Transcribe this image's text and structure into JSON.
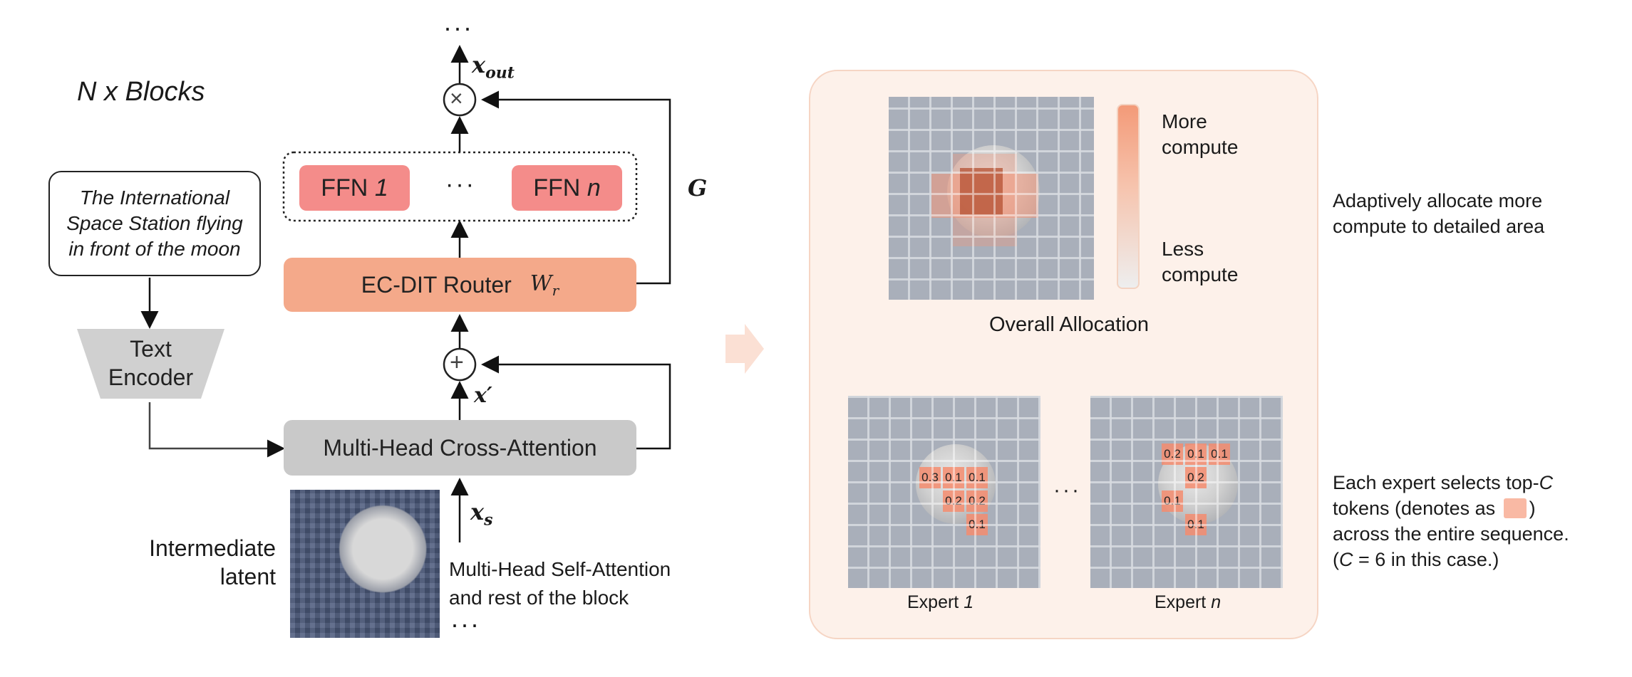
{
  "left": {
    "blocks_label": "N x Blocks",
    "top_dots": "···",
    "x_out": "x",
    "x_out_sub": "out",
    "g_label": "G",
    "ffn1": "FFN",
    "ffn1_idx": "1",
    "ffn_dots": "···",
    "ffnn": "FFN",
    "ffnn_idx": "n",
    "router": "EC-DIT Router",
    "router_w": "W",
    "router_w_sub": "r",
    "x_prime": "x′",
    "mhca": "Multi-Head Cross-Attention",
    "x_s": "x",
    "x_s_sub": "s",
    "prompt_lines": [
      "The International",
      "Space Station flying",
      "in front of the moon"
    ],
    "encoder_lines": [
      "Text",
      "Encoder"
    ],
    "latent_lines": [
      "Intermediate",
      "latent"
    ],
    "self_attn_lines": [
      "Multi-Head Self-Attention",
      "and rest of the block"
    ],
    "bottom_dots": "···",
    "times_symbol": "×",
    "plus_symbol": "+"
  },
  "right": {
    "more_compute": [
      "More",
      "compute"
    ],
    "less_compute": [
      "Less",
      "compute"
    ],
    "overall_allocation": "Overall Allocation",
    "middle_dots": "···",
    "expert1_label": "Expert",
    "expert1_idx": "1",
    "expertn_label": "Expert",
    "expertn_idx": "n",
    "expert1_scores": [
      "0.3",
      "0.1",
      "0.1",
      "0.2",
      "0.2",
      "0.1"
    ],
    "expertn_scores": [
      "0.2",
      "0.1",
      "0.1",
      "0.2",
      "0.1",
      "0.1"
    ]
  },
  "side_text": {
    "adaptive": [
      "Adaptively allocate more",
      "compute to detailed area"
    ],
    "expert_line1": "Each expert selects top-",
    "expert_line1_c": "C",
    "expert_line2a": "tokens (denotes as",
    "expert_line2b": ")",
    "expert_line3": "across the entire sequence.",
    "expert_line4a": "(",
    "expert_line4_c": "C",
    "expert_line4b": " = 6 in this case.)"
  },
  "colors": {
    "ffn": "#f48c8a",
    "router": "#f4a98a",
    "attention": "#c9c9c9",
    "panel_bg": "#fdf1ea",
    "highlight": "#f48c6e"
  }
}
